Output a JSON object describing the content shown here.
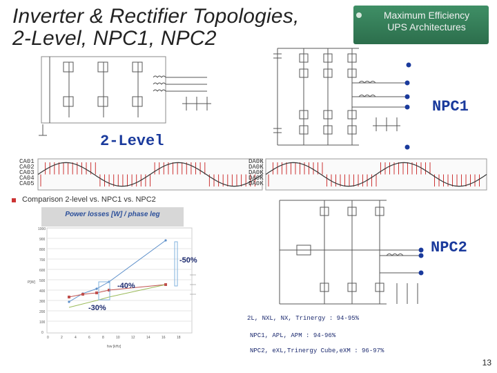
{
  "slide": {
    "title_line1": "Inverter & Rectifier Topologies,",
    "title_line2": "2-Level, NPC1, NPC2",
    "efficiency_label_line1": "Maximum Efficiency",
    "efficiency_label_line2": "UPS Architectures",
    "label_npc1": "NPC1",
    "label_2level": "2-Level",
    "label_npc2": "NPC2",
    "comparison_text": "Comparison 2-level vs. NPC1 vs. NPC2",
    "chart_title": "Power losses [W] / phase leg",
    "annotations": [
      "-50%",
      "-40%",
      "-30%"
    ],
    "efficiency_lines": [
      "2L, NXL, NX, Trinergy : 94-95%",
      "NPC1, APL, APM : 94-96%",
      "NPC2, eXL,Trinergy Cube,eXM : 96-97%"
    ],
    "page_number": "13",
    "colors": {
      "title": "#222222",
      "label_blue": "#1a3a9c",
      "box_green": "#3f8f66",
      "accent_red": "#cc3333"
    }
  }
}
